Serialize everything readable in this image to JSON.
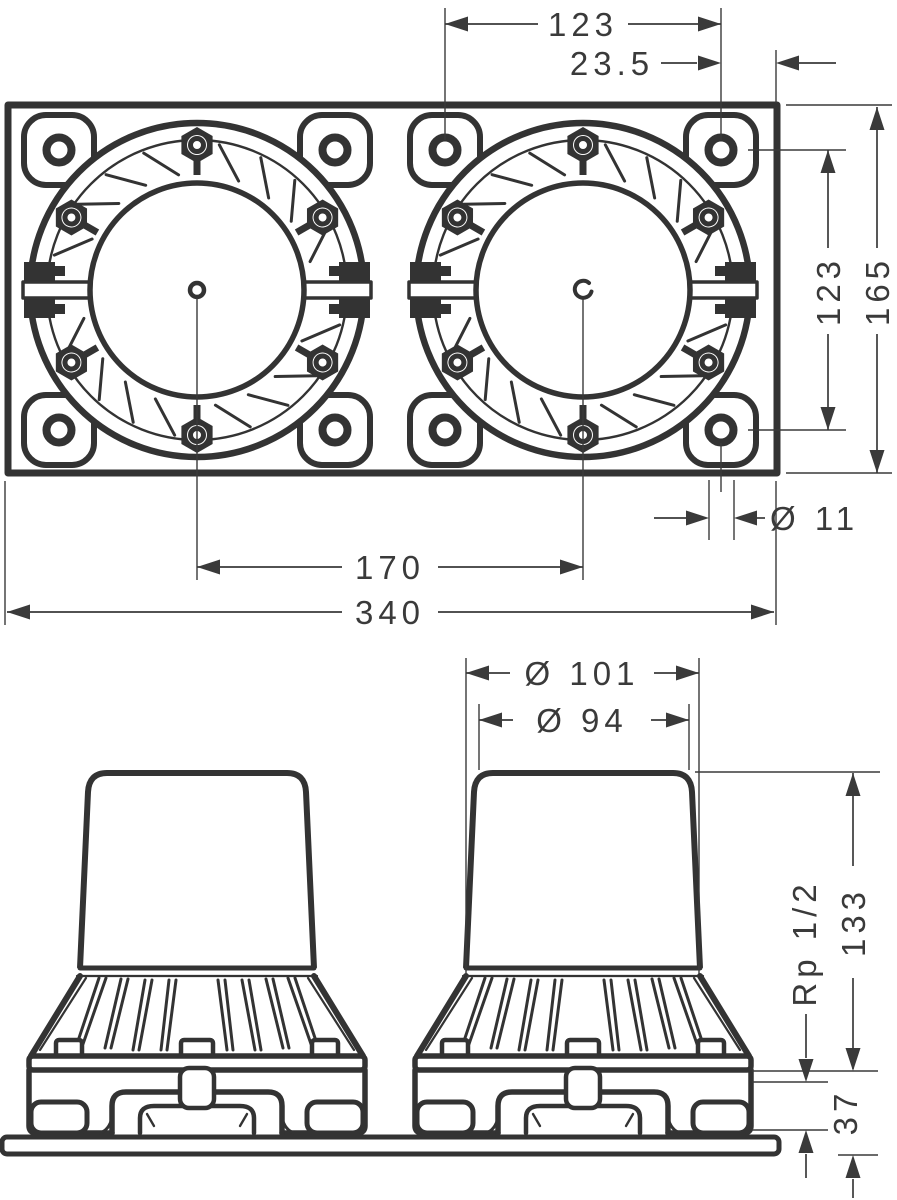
{
  "page": {
    "background_color": "#ffffff",
    "line_color": "#333333"
  },
  "drawing": {
    "description-note": "two-view technical installation drawing, two flanged basic-set bodies",
    "top_view": {
      "dimensions": {
        "hole_spacing_horizontal": "123",
        "edge_offset": "23.5",
        "plate_height": "165",
        "hole_spacing_vertical": "123",
        "hole_diameter": "Ø 11",
        "center_distance": "170",
        "plate_width": "340"
      }
    },
    "front_view": {
      "dimensions": {
        "flange_diameter": "Ø 101",
        "cup_diameter": "Ø 94",
        "installation_height": "133",
        "thread_size": "Rp 1/2",
        "base_depth": "37"
      }
    }
  }
}
